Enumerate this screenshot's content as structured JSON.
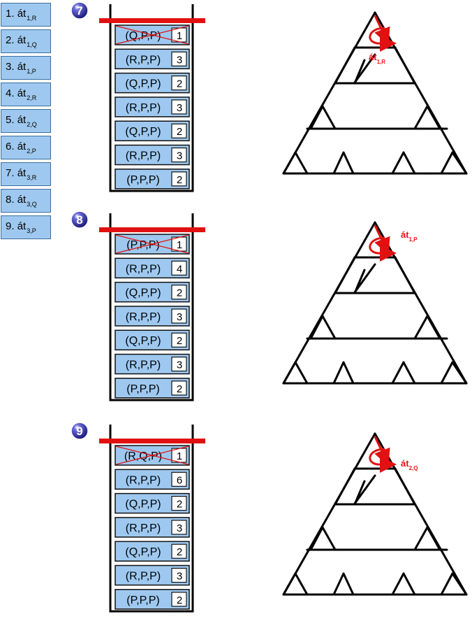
{
  "legend": [
    {
      "num": "1.",
      "label": "át",
      "sub": "1,R"
    },
    {
      "num": "2.",
      "label": "át",
      "sub": "1,Q"
    },
    {
      "num": "3.",
      "label": "át",
      "sub": "1,P"
    },
    {
      "num": "4.",
      "label": "át",
      "sub": "2,R"
    },
    {
      "num": "5.",
      "label": "át",
      "sub": "2,Q"
    },
    {
      "num": "6.",
      "label": "át",
      "sub": "2,P"
    },
    {
      "num": "7.",
      "label": "át",
      "sub": "3,R"
    },
    {
      "num": "8.",
      "label": "át",
      "sub": "3,Q"
    },
    {
      "num": "9.",
      "label": "át",
      "sub": "3,P"
    }
  ],
  "steps": [
    {
      "number": "7",
      "stack": [
        {
          "label": "(Q,P,P)",
          "count": "1",
          "crossed": true
        },
        {
          "label": "(R,P,P)",
          "count": "3"
        },
        {
          "label": "(Q,P,P)",
          "count": "2"
        },
        {
          "label": "(R,P,P)",
          "count": "3"
        },
        {
          "label": "(Q,P,P)",
          "count": "2"
        },
        {
          "label": "(R,P,P)",
          "count": "3"
        },
        {
          "label": "(P,P,P)",
          "count": "2"
        }
      ],
      "move": {
        "label": "át",
        "sub": "1,R"
      }
    },
    {
      "number": "8",
      "stack": [
        {
          "label": "(P,P,P)",
          "count": "1",
          "crossed": true
        },
        {
          "label": "(R,P,P)",
          "count": "4"
        },
        {
          "label": "(Q,P,P)",
          "count": "2"
        },
        {
          "label": "(R,P,P)",
          "count": "3"
        },
        {
          "label": "(Q,P,P)",
          "count": "2"
        },
        {
          "label": "(R,P,P)",
          "count": "3"
        },
        {
          "label": "(P,P,P)",
          "count": "2"
        }
      ],
      "move": {
        "label": "át",
        "sub": "1,P"
      }
    },
    {
      "number": "9",
      "stack": [
        {
          "label": "(R,Q,P)",
          "count": "1",
          "crossed": true
        },
        {
          "label": "(R,P,P)",
          "count": "6"
        },
        {
          "label": "(Q,P,P)",
          "count": "2"
        },
        {
          "label": "(R,P,P)",
          "count": "3"
        },
        {
          "label": "(Q,P,P)",
          "count": "2"
        },
        {
          "label": "(R,P,P)",
          "count": "3"
        },
        {
          "label": "(P,P,P)",
          "count": "2"
        }
      ],
      "move": {
        "label": "át",
        "sub": "2,Q"
      }
    }
  ],
  "colors": {
    "cell": "#9ec8ef",
    "accent": "#e11111",
    "badge": "#2a2a9a"
  }
}
